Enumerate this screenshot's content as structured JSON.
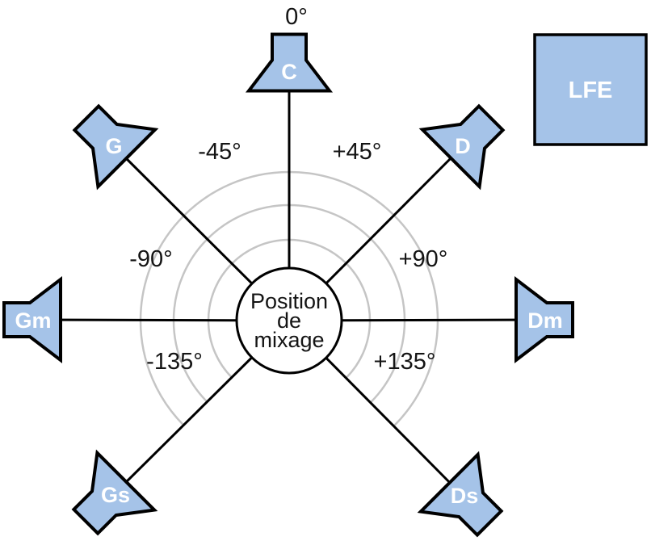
{
  "diagram": {
    "type": "surround-speaker-placement",
    "colors": {
      "background": "#ffffff",
      "speaker_fill": "#a5c3e8",
      "outline": "#000000",
      "arc_stroke": "#c5c5c5",
      "speaker_label_text": "#ffffff",
      "angle_label_text": "#141414"
    },
    "center_circle": {
      "line1": "Position",
      "line2": "de",
      "line3": "mixage"
    },
    "angles": {
      "front": "0°",
      "front_left": "-45°",
      "front_right": "+45°",
      "side_left": "-90°",
      "side_right": "+90°",
      "rear_left": "-135°",
      "rear_right": "+135°"
    },
    "speakers": {
      "center": "C",
      "left": "G",
      "right": "D",
      "mid_left": "Gm",
      "mid_right": "Dm",
      "surround_left": "Gs",
      "surround_right": "Ds",
      "lfe": "LFE"
    }
  }
}
